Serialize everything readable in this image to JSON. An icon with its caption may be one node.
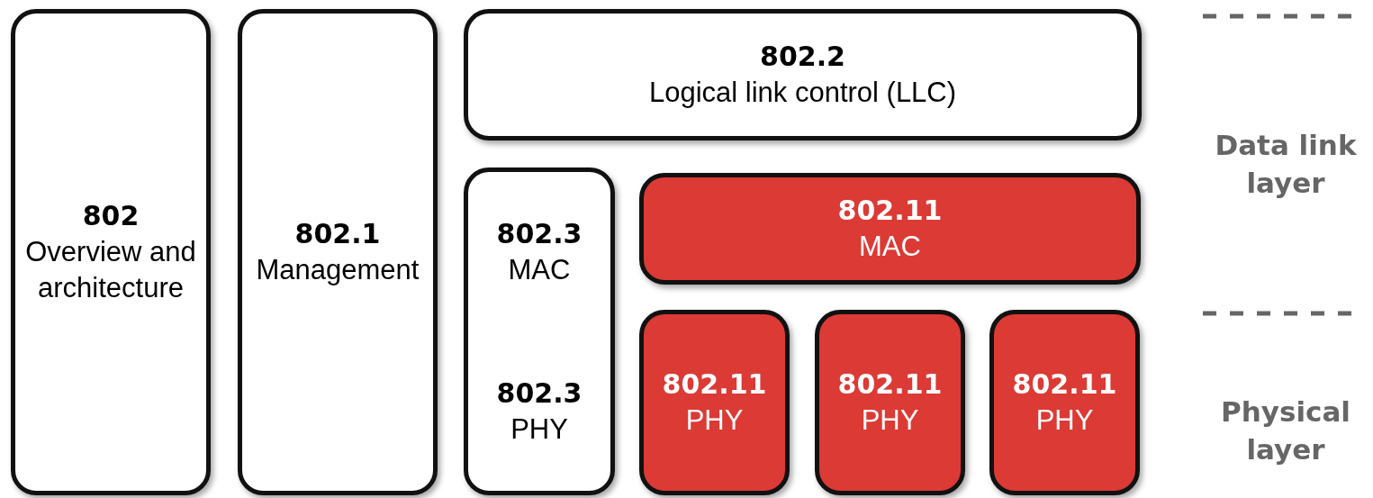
{
  "diagram": {
    "nodes": [
      {
        "text": [
          "802",
          "Overview and architecture"
        ]
      },
      {
        "text": [
          "802.1",
          "Management"
        ]
      },
      {
        "text": [
          "802.2",
          "Logical link control (LLC)"
        ]
      },
      {
        "text": [
          "802.3",
          "MAC",
          "802.3",
          "PHY"
        ]
      },
      {
        "text": [
          "802.11",
          "MAC"
        ]
      },
      {
        "text": [
          "802.11",
          "PHY"
        ]
      },
      {
        "text": [
          "802.11",
          "PHY"
        ]
      },
      {
        "text": [
          "802.11",
          "PHY"
        ]
      }
    ],
    "edges": [],
    "labels": [
      "Data link layer",
      "Physical layer"
    ]
  }
}
